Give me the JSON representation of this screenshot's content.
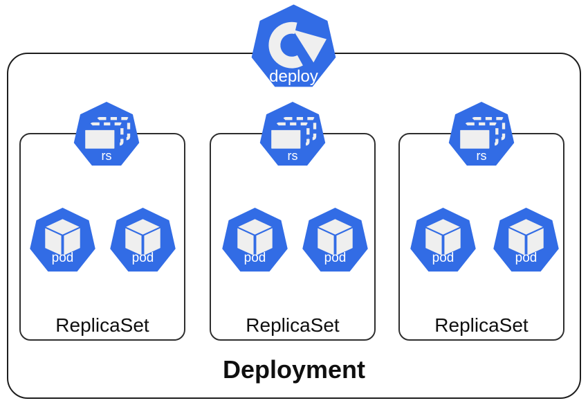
{
  "colors": {
    "k8s_blue": "#326CE5",
    "glyph_fill": "#EFEFEF",
    "border_dark": "#1D1D1D",
    "inner_border": "#2E2E2E",
    "label_dark": "#0F0F0F",
    "icon_text": "#FFFFFF"
  },
  "diagram": {
    "deployment_label": "Deployment",
    "deploy_icon": {
      "label": "deploy"
    },
    "replicasets": [
      {
        "label": "ReplicaSet",
        "icon_label": "rs",
        "pods": [
          {
            "label": "pod"
          },
          {
            "label": "pod"
          }
        ]
      },
      {
        "label": "ReplicaSet",
        "icon_label": "rs",
        "pods": [
          {
            "label": "pod"
          },
          {
            "label": "pod"
          }
        ]
      },
      {
        "label": "ReplicaSet",
        "icon_label": "rs",
        "pods": [
          {
            "label": "pod"
          },
          {
            "label": "pod"
          }
        ]
      }
    ]
  }
}
